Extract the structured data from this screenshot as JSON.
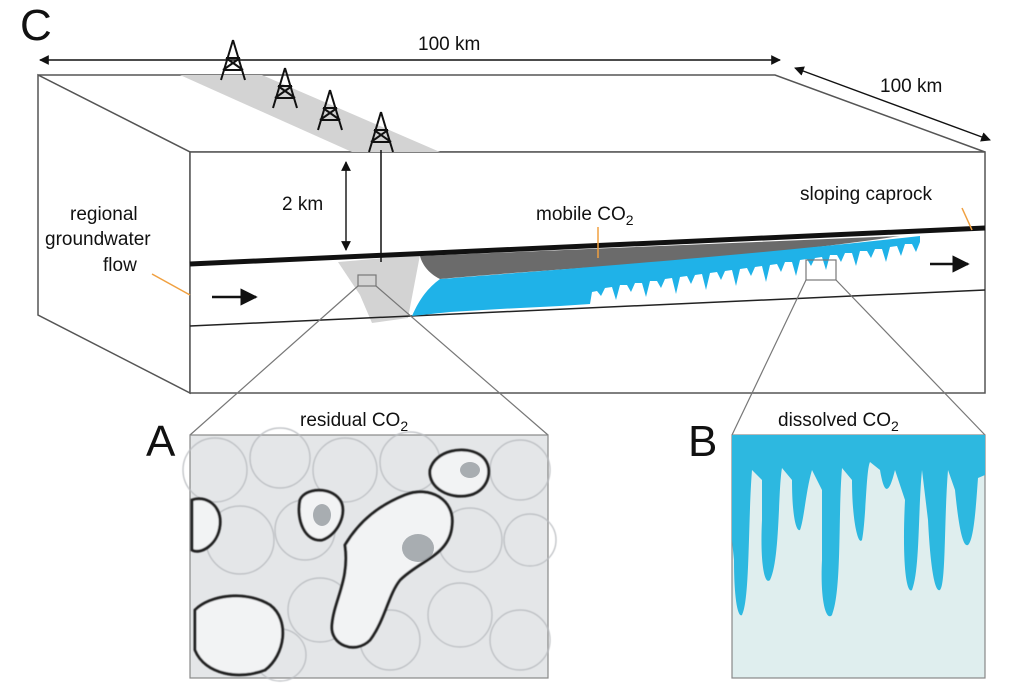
{
  "panels": {
    "main_letter": "C",
    "a_letter": "A",
    "b_letter": "B"
  },
  "dimensions": {
    "width": "100 km",
    "depth": "100 km",
    "height": "2 km"
  },
  "labels": {
    "groundwater_line1": "regional",
    "groundwater_line2": "groundwater",
    "groundwater_line3": "flow",
    "mobile": "mobile CO",
    "caprock": "sloping caprock",
    "residual": "residual CO",
    "dissolved": "dissolved CO",
    "subscript": "2"
  },
  "colors": {
    "co2_blue": "#1fb2e8",
    "mobile_gray": "#6b6b6b",
    "plume_gray": "#c9c9c9",
    "caprock_black": "#111111",
    "leader_orange": "#f0a040"
  },
  "icons": [
    "well-derrick-icon",
    "flow-arrow-icon"
  ]
}
